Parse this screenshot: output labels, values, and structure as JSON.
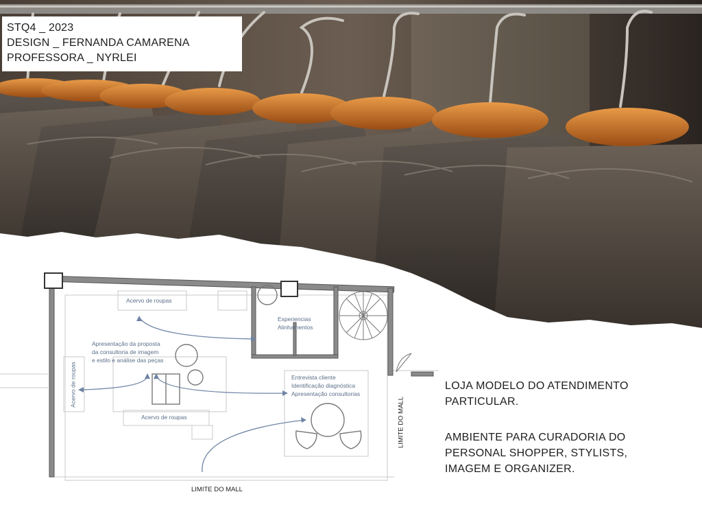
{
  "credits": {
    "line1": "STQ4 _ 2023",
    "line2": "DESIGN _ FERNANDA CAMARENA",
    "line3": "PROFESSORA _ NYRLEI"
  },
  "caption": {
    "line1": "LOJA MODELO DO ATENDIMENTO PARTICULAR.",
    "line2": "AMBIENTE PARA CURADORIA DO PERSONAL SHOPPER, STYLISTS, IMAGEM E ORGANIZER."
  },
  "plan": {
    "acervo_top": "Acervo de roupas",
    "experiencias": "Experiencias",
    "alinhamentos": "Alinhamentos",
    "apresentacao_1": "Apresentação da proposta",
    "apresentacao_2": "da consultoria de imagem",
    "apresentacao_3": "e estilo e análise das peças",
    "acervo_left": "Acervo de roupas",
    "entrevista_1": "Entrevista cliente",
    "entrevista_2": "Identificação diagnóstica",
    "entrevista_3": "Apresentação consultorias",
    "acervo_bottom": "Acervo de roupas",
    "limite_right": "LIMITE DO MALL",
    "limite_bottom": "LIMITE DO MALL"
  },
  "colors": {
    "label_blue": "#5b6f8a",
    "wall": "#6e6e6e",
    "text": "#1e1e1e"
  }
}
